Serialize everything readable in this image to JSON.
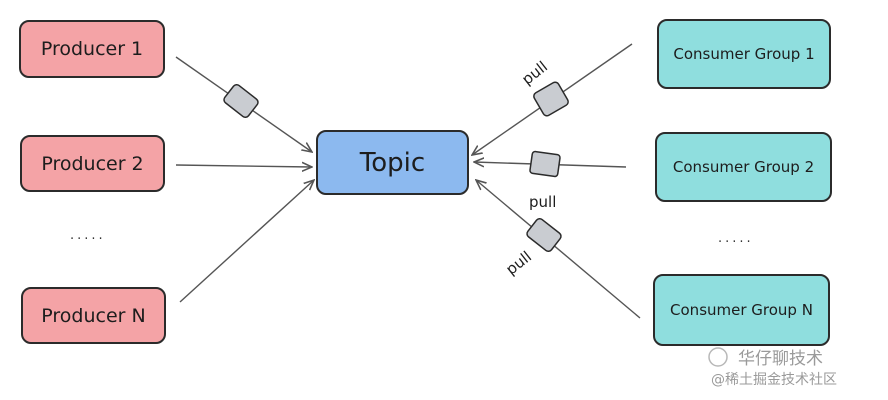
{
  "producers": [
    "Producer 1",
    "Producer 2",
    "Producer N"
  ],
  "producer_ellipsis": ".....",
  "topic": "Topic",
  "consumers": [
    "Consumer Group 1",
    "Consumer Group 2",
    "Consumer Group N"
  ],
  "consumer_ellipsis": ".....",
  "pull_labels": [
    "pull",
    "pull",
    "pull"
  ],
  "watermark": {
    "line1": "华仔聊技术",
    "line2": "@稀土掘金技术社区"
  },
  "colors": {
    "producer_fill": "#f4a3a6",
    "consumer_fill": "#8fdede",
    "topic_fill": "#8cb9ef",
    "message_fill": "#c9ccd1",
    "stroke": "#2b2b2b"
  }
}
